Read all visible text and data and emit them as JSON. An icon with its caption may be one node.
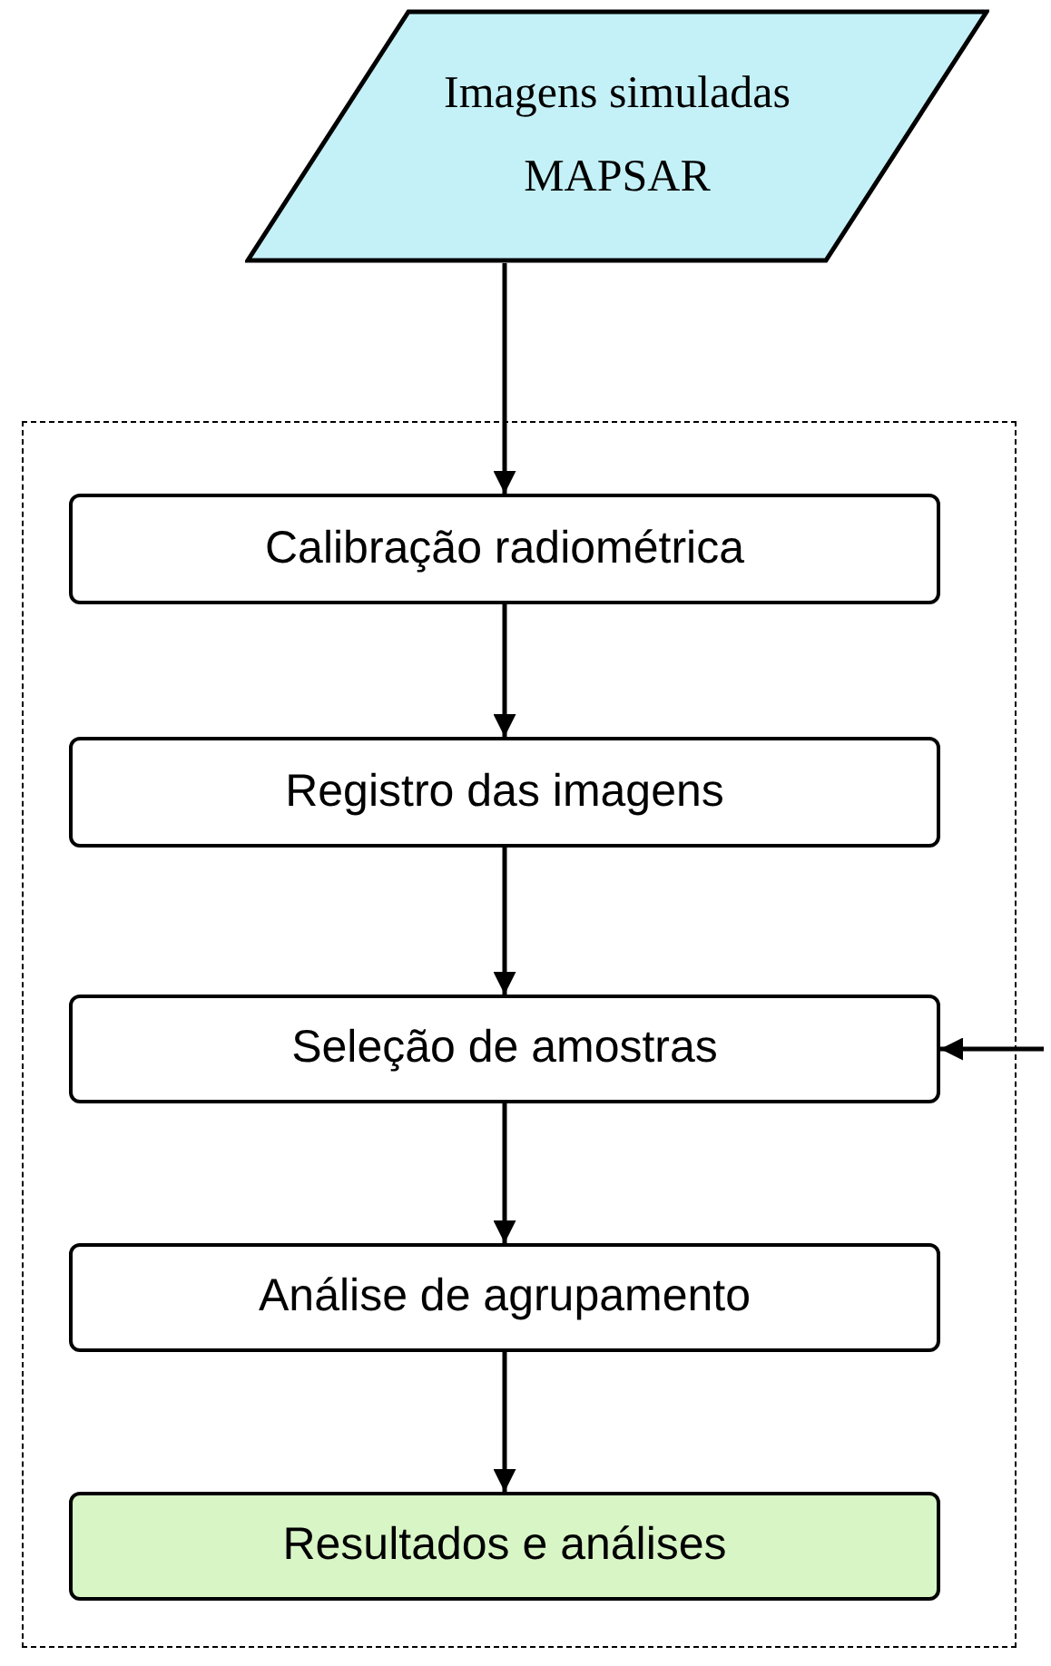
{
  "diagram": {
    "nodes": [
      {
        "text": [
          "Imagens simuladas MAPSAR"
        ]
      },
      {
        "text": [],
        "shape": "box"
      },
      {
        "text": [
          "Calibração radiométrica"
        ],
        "in": 1
      },
      {
        "text": [
          "Registro das imagens"
        ],
        "in": 1
      },
      {
        "text": [
          "Seleção de amostras"
        ],
        "in": 1
      },
      {
        "text": [
          "Análise de agrupamento"
        ],
        "in": 1
      },
      {
        "text": [
          "Resultados e análises"
        ],
        "in": 1
      }
    ],
    "edges": [
      {
        "from": 0,
        "to": 2,
        "arrow": "to"
      },
      {
        "from": 2,
        "to": 3,
        "arrow": "to"
      },
      {
        "from": 3,
        "to": 4,
        "arrow": "to"
      },
      {
        "from": 4,
        "to": 5,
        "arrow": "to"
      },
      {
        "from": 5,
        "to": 6,
        "arrow": "to"
      },
      {
        "from": null,
        "to": 4,
        "arrow": "to"
      }
    ]
  }
}
